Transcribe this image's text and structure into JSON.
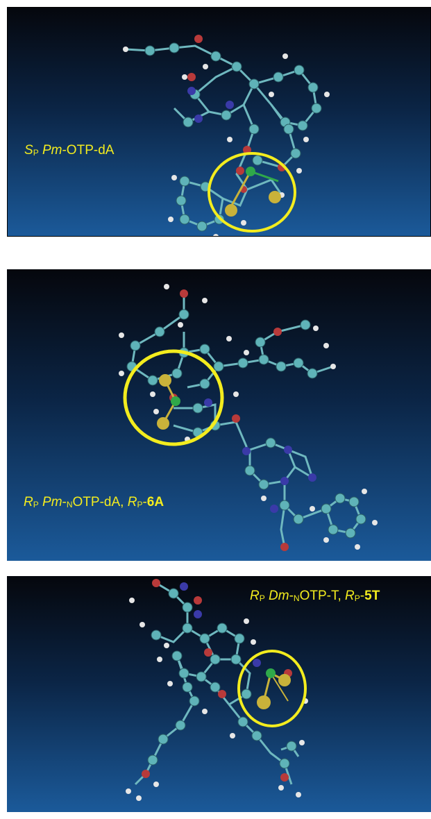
{
  "panels": [
    {
      "label_parts": {
        "a": "S",
        "b": "P",
        "c": "Pm",
        "d": "-OTP-dA"
      }
    },
    {
      "label_parts": {
        "a": "R",
        "b": "P",
        "c": "Pm",
        "d": "-",
        "e": "N",
        "f": "OTP-dA, ",
        "g": "R",
        "h": "P",
        "i": "-",
        "j": "6A"
      }
    },
    {
      "label_parts": {
        "a": "R",
        "b": "P",
        "c": "Dm",
        "d": "-",
        "e": "N",
        "f": "OTP-T, ",
        "g": "R",
        "h": "P",
        "i": "-",
        "j": "5T"
      }
    }
  ],
  "colors": {
    "label": "#f3ec1e",
    "highlight_circle": "#f3ec1e",
    "carbon": "#5fb3b8",
    "hydrogen": "#e8e8e8",
    "oxygen": "#b83a3a",
    "nitrogen": "#3a3aa8",
    "phosphorus": "#2fa84a",
    "sulfur": "#c9b23a",
    "background_top": "#05070d",
    "background_bottom": "#1b5a9a"
  }
}
